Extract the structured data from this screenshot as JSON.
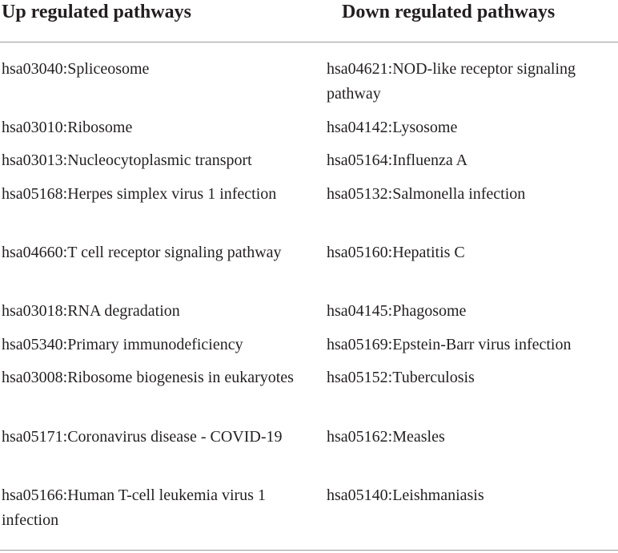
{
  "table": {
    "headers": {
      "up": "Up regulated pathways",
      "down": "Down regulated pathways"
    },
    "rows": [
      {
        "up": "hsa03040:Spliceosome",
        "down": "hsa04621:NOD-like receptor signaling pathway"
      },
      {
        "up": "hsa03010:Ribosome",
        "down": "hsa04142:Lysosome"
      },
      {
        "up": "hsa03013:Nucleocytoplasmic transport",
        "down": "hsa05164:Influenza A"
      },
      {
        "up": "hsa05168:Herpes simplex virus 1 infection",
        "down": "hsa05132:Salmonella infection"
      },
      {
        "up": "hsa04660:T cell receptor signaling pathway",
        "down": "hsa05160:Hepatitis C"
      },
      {
        "up": "hsa03018:RNA degradation",
        "down": "hsa04145:Phagosome"
      },
      {
        "up": "hsa05340:Primary immunodeficiency",
        "down": "hsa05169:Epstein-Barr virus infection"
      },
      {
        "up": "hsa03008:Ribosome biogenesis in eukaryotes",
        "down": "hsa05152:Tuberculosis"
      },
      {
        "up": "hsa05171:Coronavirus disease - COVID-19",
        "down": "hsa05162:Measles"
      },
      {
        "up": "hsa05166:Human T-cell leukemia virus 1 infection",
        "down": "hsa05140:Leishmaniasis"
      }
    ]
  }
}
